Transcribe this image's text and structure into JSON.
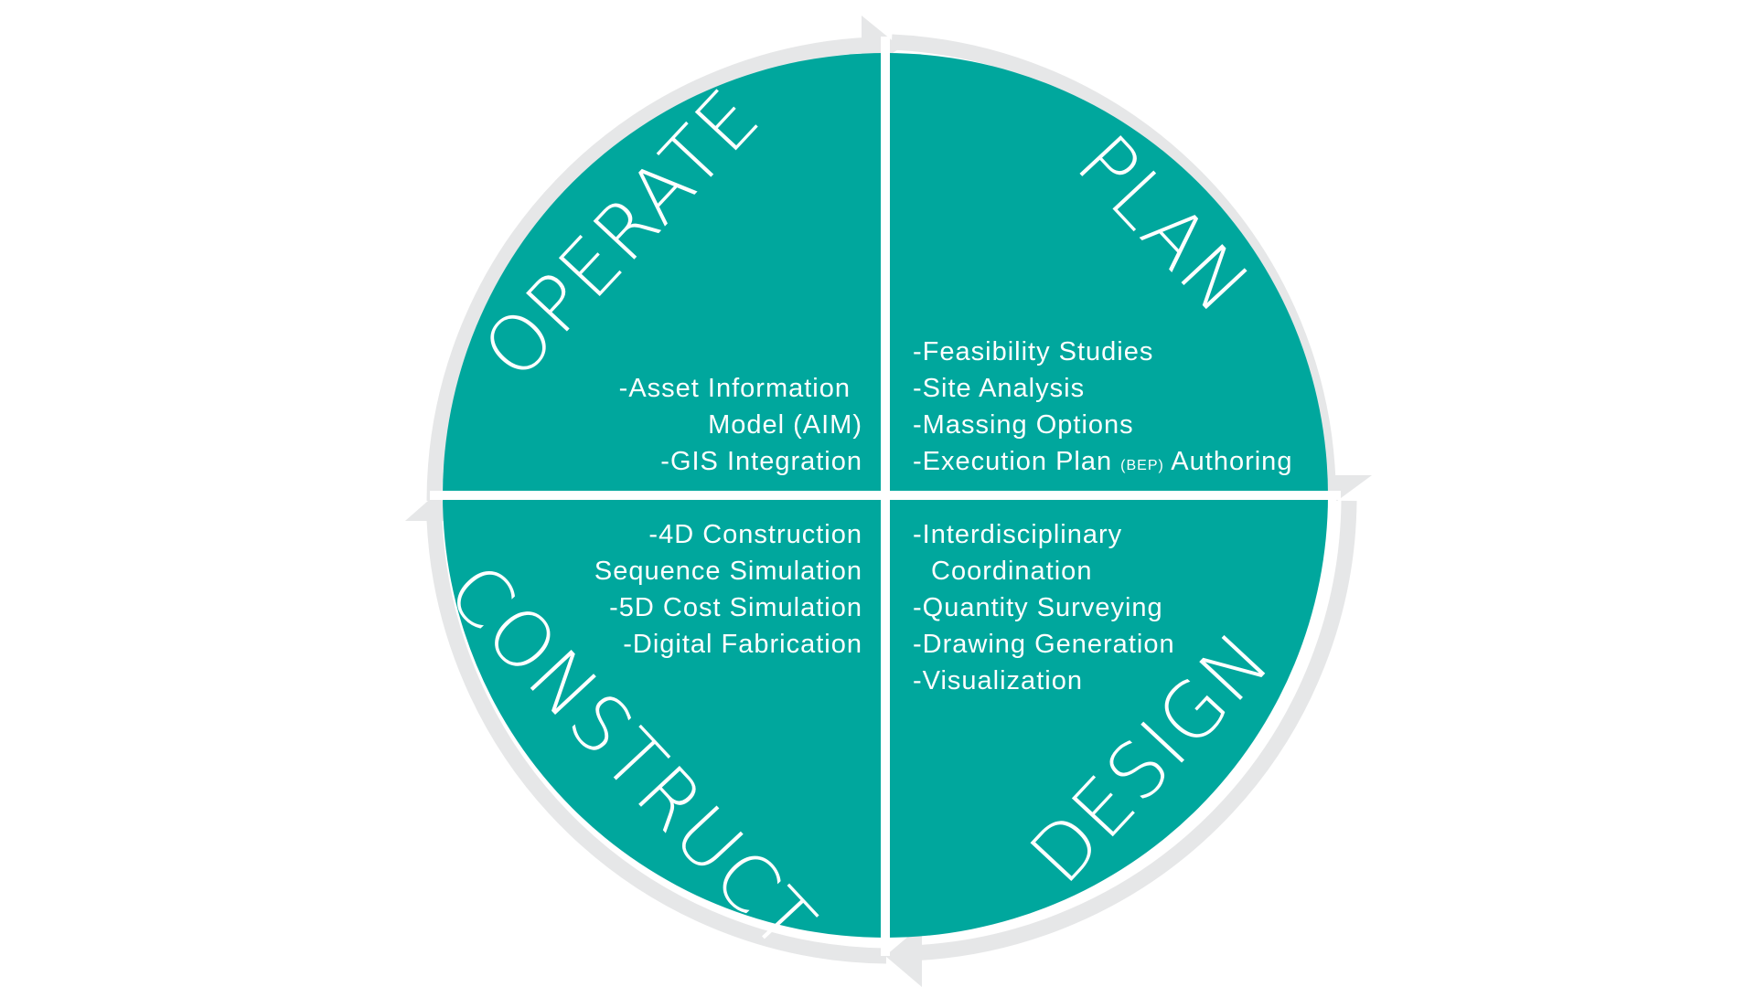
{
  "colors": {
    "quadrant_fill": "#00a79d",
    "ring": "#e6e7e8",
    "divider": "#ffffff",
    "text": "#ffffff"
  },
  "phases": {
    "plan": {
      "title": "PLAN",
      "items": [
        "-Feasibility Studies",
        "-Site Analysis",
        "-Massing Options"
      ],
      "execution_prefix": "-Execution Plan ",
      "execution_abbrev": "(BEP)",
      "execution_suffix": " Authoring"
    },
    "design": {
      "title": "DESIGN",
      "items": [
        "-Interdisciplinary",
        "Coordination",
        "-Quantity Surveying",
        "-Drawing Generation",
        "-Visualization"
      ]
    },
    "construct": {
      "title": "CONSTRUCT",
      "items": [
        "-4D Construction",
        "Sequence Simulation",
        "-5D Cost Simulation",
        "-Digital Fabrication"
      ]
    },
    "operate": {
      "title": "OPERATE",
      "items": [
        "-Asset Information",
        "Model (AIM)",
        "-GIS Integration"
      ]
    }
  }
}
